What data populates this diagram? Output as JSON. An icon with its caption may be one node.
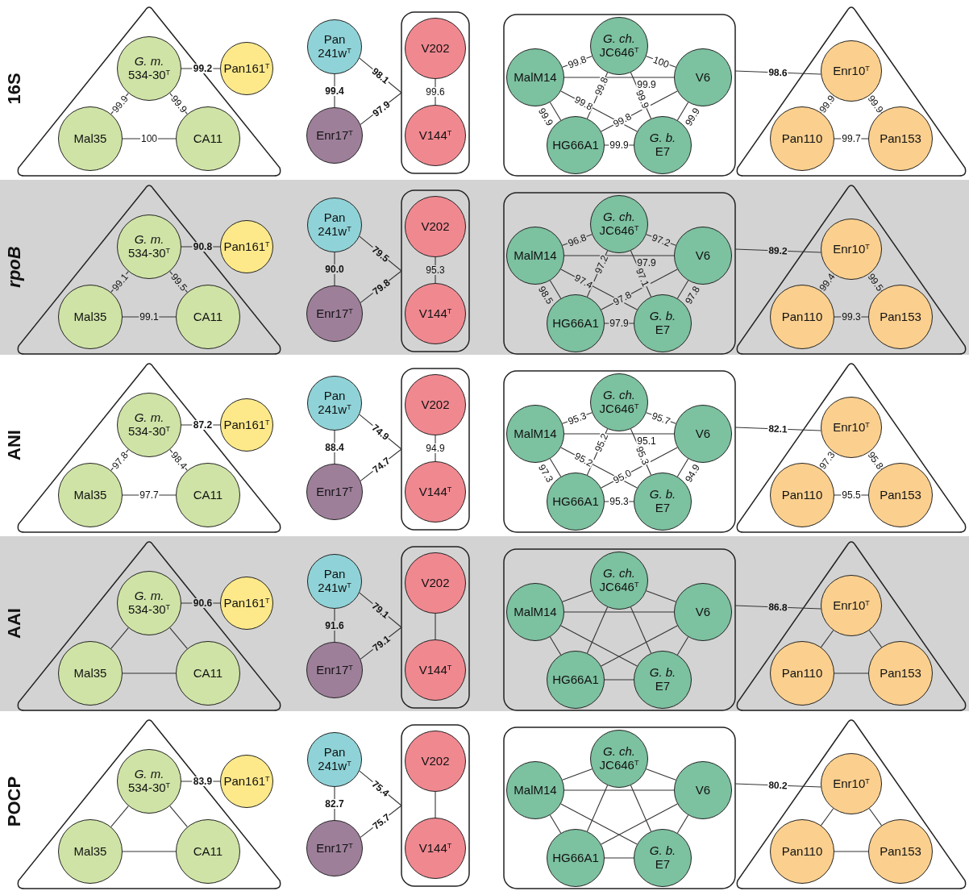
{
  "diagram": {
    "nodes": [
      {
        "text": [],
        "shape": "triangle"
      },
      {
        "text": [
          "*G. m.* 534-30$^{T}$"
        ],
        "in": 0
      },
      {
        "text": [
          "Mal35"
        ],
        "in": 0
      },
      {
        "text": [
          "CA11"
        ],
        "in": 0
      },
      {
        "text": [
          "Pan161$^{T}$"
        ]
      },
      {
        "text": [
          "Pan 241w$^{T}$"
        ]
      },
      {
        "text": [
          "Enr17$^{T}$"
        ]
      },
      {
        "text": [],
        "shape": "box"
      },
      {
        "text": [
          "V202"
        ],
        "in": 7
      },
      {
        "text": [
          "V144$^{T}$"
        ],
        "in": 7
      },
      {
        "text": [],
        "shape": "box"
      },
      {
        "text": [
          "*G. ch.* JC646$^{T}$"
        ],
        "in": 10
      },
      {
        "text": [
          "MalM14"
        ],
        "in": 10
      },
      {
        "text": [
          "V6"
        ],
        "in": 10
      },
      {
        "text": [
          "HG66A1"
        ],
        "in": 10
      },
      {
        "text": [
          "*G. b.* E7"
        ],
        "in": 10
      },
      {
        "text": [],
        "shape": "triangle"
      },
      {
        "text": [
          "Enr10$^{T}$"
        ],
        "in": 16
      },
      {
        "text": [
          "Pan110"
        ],
        "in": 16
      },
      {
        "text": [
          "Pan153"
        ],
        "in": 16
      },
      {
        "text": [],
        "shape": "triangle"
      },
      {
        "text": [
          "*G. m.* 534-30$^{T}$"
        ],
        "in": 20
      },
      {
        "text": [
          "Mal35"
        ],
        "in": 20
      },
      {
        "text": [
          "CA11"
        ],
        "in": 20
      },
      {
        "text": [
          "Pan161$^{T}$"
        ]
      },
      {
        "text": [
          "Pan 241w$^{T}$"
        ]
      },
      {
        "text": [
          "Enr17$^{T}$"
        ]
      },
      {
        "text": [],
        "shape": "box"
      },
      {
        "text": [
          "V202"
        ],
        "in": 27
      },
      {
        "text": [
          "V144$^{T}$"
        ],
        "in": 27
      },
      {
        "text": [],
        "shape": "box"
      },
      {
        "text": [
          "*G. ch.* JC646$^{T}$"
        ],
        "in": 30
      },
      {
        "text": [
          "MalM14"
        ],
        "in": 30
      },
      {
        "text": [
          "V6"
        ],
        "in": 30
      },
      {
        "text": [
          "HG66A1"
        ],
        "in": 30
      },
      {
        "text": [
          "*G. b.* E7"
        ],
        "in": 30
      },
      {
        "text": [],
        "shape": "triangle"
      },
      {
        "text": [
          "Enr10$^{T}$"
        ],
        "in": 36
      },
      {
        "text": [
          "Pan110"
        ],
        "in": 36
      },
      {
        "text": [
          "Pan153"
        ],
        "in": 36
      },
      {
        "text": [],
        "shape": "triangle"
      },
      {
        "text": [
          "*G. m.* 534-30$^{T}$"
        ],
        "in": 40
      },
      {
        "text": [
          "Mal35"
        ],
        "in": 40
      },
      {
        "text": [
          "CA11"
        ],
        "in": 40
      },
      {
        "text": [
          "Pan161$^{T}$"
        ]
      },
      {
        "text": [
          "Pan 241w$^{T}$"
        ]
      },
      {
        "text": [
          "Enr17$^{T}$"
        ]
      },
      {
        "text": [],
        "shape": "box"
      },
      {
        "text": [
          "V202"
        ],
        "in": 47
      },
      {
        "text": [
          "V144$^{T}$"
        ],
        "in": 47
      },
      {
        "text": [],
        "shape": "box"
      },
      {
        "text": [
          "*G. ch.* JC646$^{T}$"
        ],
        "in": 50
      },
      {
        "text": [
          "MalM14"
        ],
        "in": 50
      },
      {
        "text": [
          "V6"
        ],
        "in": 50
      },
      {
        "text": [
          "HG66A1"
        ],
        "in": 50
      },
      {
        "text": [
          "*G. b.* E7"
        ],
        "in": 50
      },
      {
        "text": [],
        "shape": "triangle"
      },
      {
        "text": [
          "Enr10$^{T}$"
        ],
        "in": 56
      },
      {
        "text": [
          "Pan110"
        ],
        "in": 56
      },
      {
        "text": [
          "Pan153"
        ],
        "in": 56
      },
      {
        "text": [],
        "shape": "triangle"
      },
      {
        "text": [
          "*G. m.* 534-30$^{T}$"
        ],
        "in": 60
      },
      {
        "text": [
          "Mal35"
        ],
        "in": 60
      },
      {
        "text": [
          "CA11"
        ],
        "in": 60
      },
      {
        "text": [
          "Pan161$^{T}$"
        ]
      },
      {
        "text": [
          "Pan 241w$^{T}$"
        ]
      },
      {
        "text": [
          "Enr17$^{T}$"
        ]
      },
      {
        "text": [],
        "shape": "box"
      },
      {
        "text": [
          "V202"
        ],
        "in": 67
      },
      {
        "text": [
          "V144$^{T}$"
        ],
        "in": 67
      },
      {
        "text": [],
        "shape": "box"
      },
      {
        "text": [
          "*G. ch.* JC646$^{T}$"
        ],
        "in": 70
      },
      {
        "text": [
          "MalM14"
        ],
        "in": 70
      },
      {
        "text": [
          "V6"
        ],
        "in": 70
      },
      {
        "text": [
          "HG66A1"
        ],
        "in": 70
      },
      {
        "text": [
          "*G. b.* E7"
        ],
        "in": 70
      },
      {
        "text": [],
        "shape": "triangle"
      },
      {
        "text": [
          "Enr10$^{T}$"
        ],
        "in": 76
      },
      {
        "text": [
          "Pan110"
        ],
        "in": 76
      },
      {
        "text": [
          "Pan153"
        ],
        "in": 76
      },
      {
        "text": [],
        "shape": "triangle"
      },
      {
        "text": [
          "*G. m.* 534-30$^{T}$"
        ],
        "in": 80
      },
      {
        "text": [
          "Mal35"
        ],
        "in": 80
      },
      {
        "text": [
          "CA11"
        ],
        "in": 80
      },
      {
        "text": [
          "Pan161$^{T}$"
        ]
      },
      {
        "text": [
          "Pan 241w$^{T}$"
        ]
      },
      {
        "text": [
          "Enr17$^{T}$"
        ]
      },
      {
        "text": [],
        "shape": "box"
      },
      {
        "text": [
          "V202"
        ],
        "in": 87
      },
      {
        "text": [
          "V144$^{T}$"
        ],
        "in": 87
      },
      {
        "text": [],
        "shape": "box"
      },
      {
        "text": [
          "*G. ch.* JC646$^{T}$"
        ],
        "in": 90
      },
      {
        "text": [
          "MalM14"
        ],
        "in": 90
      },
      {
        "text": [
          "V6"
        ],
        "in": 90
      },
      {
        "text": [
          "HG66A1"
        ],
        "in": 90
      },
      {
        "text": [
          "*G. b.* E7"
        ],
        "in": 90
      },
      {
        "text": [],
        "shape": "triangle"
      },
      {
        "text": [
          "Enr10$^{T}$"
        ],
        "in": 96
      },
      {
        "text": [
          "Pan110"
        ],
        "in": 96
      },
      {
        "text": [
          "Pan153"
        ],
        "in": 96
      }
    ],
    "edges": [
      {
        "from": 1,
        "to": 4,
        "arrow": "none",
        "label": "99.2"
      },
      {
        "from": 1,
        "to": 2,
        "arrow": "none",
        "label": "99.9"
      },
      {
        "from": 1,
        "to": 3,
        "arrow": "none",
        "label": "99.9"
      },
      {
        "from": 2,
        "to": 3,
        "arrow": "none",
        "label": "100"
      },
      {
        "from": 5,
        "to": 7,
        "arrow": "none",
        "label": "98.1"
      },
      {
        "from": 5,
        "to": 6,
        "arrow": "none",
        "label": "99.4"
      },
      {
        "from": 6,
        "to": 7,
        "arrow": "none",
        "label": "97.9"
      },
      {
        "from": 8,
        "to": 9,
        "arrow": "none",
        "label": "99.6"
      },
      {
        "from": 11,
        "to": 12,
        "arrow": "none",
        "label": "99.8"
      },
      {
        "from": 11,
        "to": 13,
        "arrow": "none",
        "label": "100"
      },
      {
        "from": 12,
        "to": 13,
        "arrow": "none",
        "label": "99.9"
      },
      {
        "from": 12,
        "to": 15,
        "arrow": "none",
        "label": "99.8"
      },
      {
        "from": 11,
        "to": 14,
        "arrow": "none",
        "label": "99.8"
      },
      {
        "from": 11,
        "to": 15,
        "arrow": "none",
        "label": "99.9"
      },
      {
        "from": 13,
        "to": 14,
        "arrow": "none",
        "label": "99.8"
      },
      {
        "from": 12,
        "to": 14,
        "arrow": "none",
        "label": "99.9"
      },
      {
        "from": 13,
        "to": 15,
        "arrow": "none",
        "label": "99.9"
      },
      {
        "from": 14,
        "to": 15,
        "arrow": "none",
        "label": "99.9"
      },
      {
        "from": 10,
        "to": 17,
        "arrow": "none",
        "label": "98.6"
      },
      {
        "from": 17,
        "to": 18,
        "arrow": "none",
        "label": "99.9"
      },
      {
        "from": 17,
        "to": 19,
        "arrow": "none",
        "label": "99.9"
      },
      {
        "from": 18,
        "to": 19,
        "arrow": "none",
        "label": "99.7"
      },
      {
        "from": 21,
        "to": 24,
        "arrow": "none",
        "label": "90.8"
      },
      {
        "from": 21,
        "to": 22,
        "arrow": "none",
        "label": "99.1"
      },
      {
        "from": 21,
        "to": 23,
        "arrow": "none",
        "label": "99.5"
      },
      {
        "from": 22,
        "to": 23,
        "arrow": "none",
        "label": "99.1"
      },
      {
        "from": 25,
        "to": 27,
        "arrow": "none",
        "label": "79.5"
      },
      {
        "from": 25,
        "to": 26,
        "arrow": "none",
        "label": "90.0"
      },
      {
        "from": 26,
        "to": 27,
        "arrow": "none",
        "label": "79.8"
      },
      {
        "from": 28,
        "to": 29,
        "arrow": "none",
        "label": "95.3"
      },
      {
        "from": 31,
        "to": 32,
        "arrow": "none",
        "label": "96.8"
      },
      {
        "from": 31,
        "to": 33,
        "arrow": "none",
        "label": "97.2"
      },
      {
        "from": 32,
        "to": 33,
        "arrow": "none",
        "label": "97.9"
      },
      {
        "from": 32,
        "to": 35,
        "arrow": "none",
        "label": "97.4"
      },
      {
        "from": 31,
        "to": 34,
        "arrow": "none",
        "label": "97.2"
      },
      {
        "from": 31,
        "to": 35,
        "arrow": "none",
        "label": "97.1"
      },
      {
        "from": 33,
        "to": 34,
        "arrow": "none",
        "label": "97.8"
      },
      {
        "from": 32,
        "to": 34,
        "arrow": "none",
        "label": "98.5"
      },
      {
        "from": 33,
        "to": 35,
        "arrow": "none",
        "label": "97.8"
      },
      {
        "from": 34,
        "to": 35,
        "arrow": "none",
        "label": "97.9"
      },
      {
        "from": 30,
        "to": 37,
        "arrow": "none",
        "label": "89.2"
      },
      {
        "from": 37,
        "to": 38,
        "arrow": "none",
        "label": "99.4"
      },
      {
        "from": 37,
        "to": 39,
        "arrow": "none",
        "label": "99.5"
      },
      {
        "from": 38,
        "to": 39,
        "arrow": "none",
        "label": "99.3"
      },
      {
        "from": 41,
        "to": 44,
        "arrow": "none",
        "label": "87.2"
      },
      {
        "from": 41,
        "to": 42,
        "arrow": "none",
        "label": "97.8"
      },
      {
        "from": 41,
        "to": 43,
        "arrow": "none",
        "label": "98.4"
      },
      {
        "from": 42,
        "to": 43,
        "arrow": "none",
        "label": "97.7"
      },
      {
        "from": 45,
        "to": 47,
        "arrow": "none",
        "label": "74.9"
      },
      {
        "from": 45,
        "to": 46,
        "arrow": "none",
        "label": "88.4"
      },
      {
        "from": 46,
        "to": 47,
        "arrow": "none",
        "label": "74.7"
      },
      {
        "from": 48,
        "to": 49,
        "arrow": "none",
        "label": "94.9"
      },
      {
        "from": 51,
        "to": 52,
        "arrow": "none",
        "label": "95.3"
      },
      {
        "from": 51,
        "to": 53,
        "arrow": "none",
        "label": "95.7"
      },
      {
        "from": 52,
        "to": 53,
        "arrow": "none",
        "label": "95.1"
      },
      {
        "from": 52,
        "to": 55,
        "arrow": "none",
        "label": "95.2"
      },
      {
        "from": 51,
        "to": 54,
        "arrow": "none",
        "label": "95.2"
      },
      {
        "from": 51,
        "to": 55,
        "arrow": "none",
        "label": "95.3"
      },
      {
        "from": 53,
        "to": 54,
        "arrow": "none",
        "label": "95.0"
      },
      {
        "from": 52,
        "to": 54,
        "arrow": "none",
        "label": "97.3"
      },
      {
        "from": 53,
        "to": 55,
        "arrow": "none",
        "label": "94.9"
      },
      {
        "from": 54,
        "to": 55,
        "arrow": "none",
        "label": "95.3"
      },
      {
        "from": 50,
        "to": 57,
        "arrow": "none",
        "label": "82.1"
      },
      {
        "from": 57,
        "to": 58,
        "arrow": "none",
        "label": "97.3"
      },
      {
        "from": 57,
        "to": 59,
        "arrow": "none",
        "label": "95.8"
      },
      {
        "from": 58,
        "to": 59,
        "arrow": "none",
        "label": "95.5"
      },
      {
        "from": 61,
        "to": 64,
        "arrow": "none",
        "label": "90.6"
      },
      {
        "from": 61,
        "to": 62,
        "arrow": "none"
      },
      {
        "from": 61,
        "to": 63,
        "arrow": "none"
      },
      {
        "from": 62,
        "to": 63,
        "arrow": "none"
      },
      {
        "from": 65,
        "to": 67,
        "arrow": "none",
        "label": "79.1"
      },
      {
        "from": 65,
        "to": 66,
        "arrow": "none",
        "label": "91.6"
      },
      {
        "from": 66,
        "to": 67,
        "arrow": "none",
        "label": "79.1"
      },
      {
        "from": 68,
        "to": 69,
        "arrow": "none"
      },
      {
        "from": 71,
        "to": 72,
        "arrow": "none"
      },
      {
        "from": 71,
        "to": 73,
        "arrow": "none"
      },
      {
        "from": 72,
        "to": 73,
        "arrow": "none"
      },
      {
        "from": 72,
        "to": 75,
        "arrow": "none"
      },
      {
        "from": 71,
        "to": 74,
        "arrow": "none"
      },
      {
        "from": 71,
        "to": 75,
        "arrow": "none"
      },
      {
        "from": 73,
        "to": 74,
        "arrow": "none"
      },
      {
        "from": 72,
        "to": 74,
        "arrow": "none"
      },
      {
        "from": 73,
        "to": 75,
        "arrow": "none"
      },
      {
        "from": 74,
        "to": 75,
        "arrow": "none"
      },
      {
        "from": 70,
        "to": 77,
        "arrow": "none",
        "label": "86.8"
      },
      {
        "from": 77,
        "to": 78,
        "arrow": "none"
      },
      {
        "from": 77,
        "to": 79,
        "arrow": "none"
      },
      {
        "from": 78,
        "to": 79,
        "arrow": "none"
      },
      {
        "from": 81,
        "to": 84,
        "arrow": "none",
        "label": "83.9"
      },
      {
        "from": 81,
        "to": 82,
        "arrow": "none"
      },
      {
        "from": 81,
        "to": 83,
        "arrow": "none"
      },
      {
        "from": 82,
        "to": 83,
        "arrow": "none"
      },
      {
        "from": 85,
        "to": 87,
        "arrow": "none",
        "label": "75.4"
      },
      {
        "from": 85,
        "to": 86,
        "arrow": "none",
        "label": "82.7"
      },
      {
        "from": 86,
        "to": 87,
        "arrow": "none",
        "label": "75.7"
      },
      {
        "from": 88,
        "to": 89,
        "arrow": "none"
      },
      {
        "from": 91,
        "to": 92,
        "arrow": "none"
      },
      {
        "from": 91,
        "to": 93,
        "arrow": "none"
      },
      {
        "from": 92,
        "to": 93,
        "arrow": "none"
      },
      {
        "from": 92,
        "to": 95,
        "arrow": "none"
      },
      {
        "from": 91,
        "to": 94,
        "arrow": "none"
      },
      {
        "from": 91,
        "to": 95,
        "arrow": "none"
      },
      {
        "from": 93,
        "to": 94,
        "arrow": "none"
      },
      {
        "from": 92,
        "to": 94,
        "arrow": "none"
      },
      {
        "from": 93,
        "to": 95,
        "arrow": "none"
      },
      {
        "from": 94,
        "to": 95,
        "arrow": "none"
      },
      {
        "from": 90,
        "to": 97,
        "arrow": "none",
        "label": "80.2"
      },
      {
        "from": 97,
        "to": 98,
        "arrow": "none"
      },
      {
        "from": 97,
        "to": 99,
        "arrow": "none"
      },
      {
        "from": 98,
        "to": 99,
        "arrow": "none"
      }
    ],
    "labels": [
      "16S",
      "rpoB",
      "ANI",
      "AAI",
      "POCP"
    ]
  }
}
